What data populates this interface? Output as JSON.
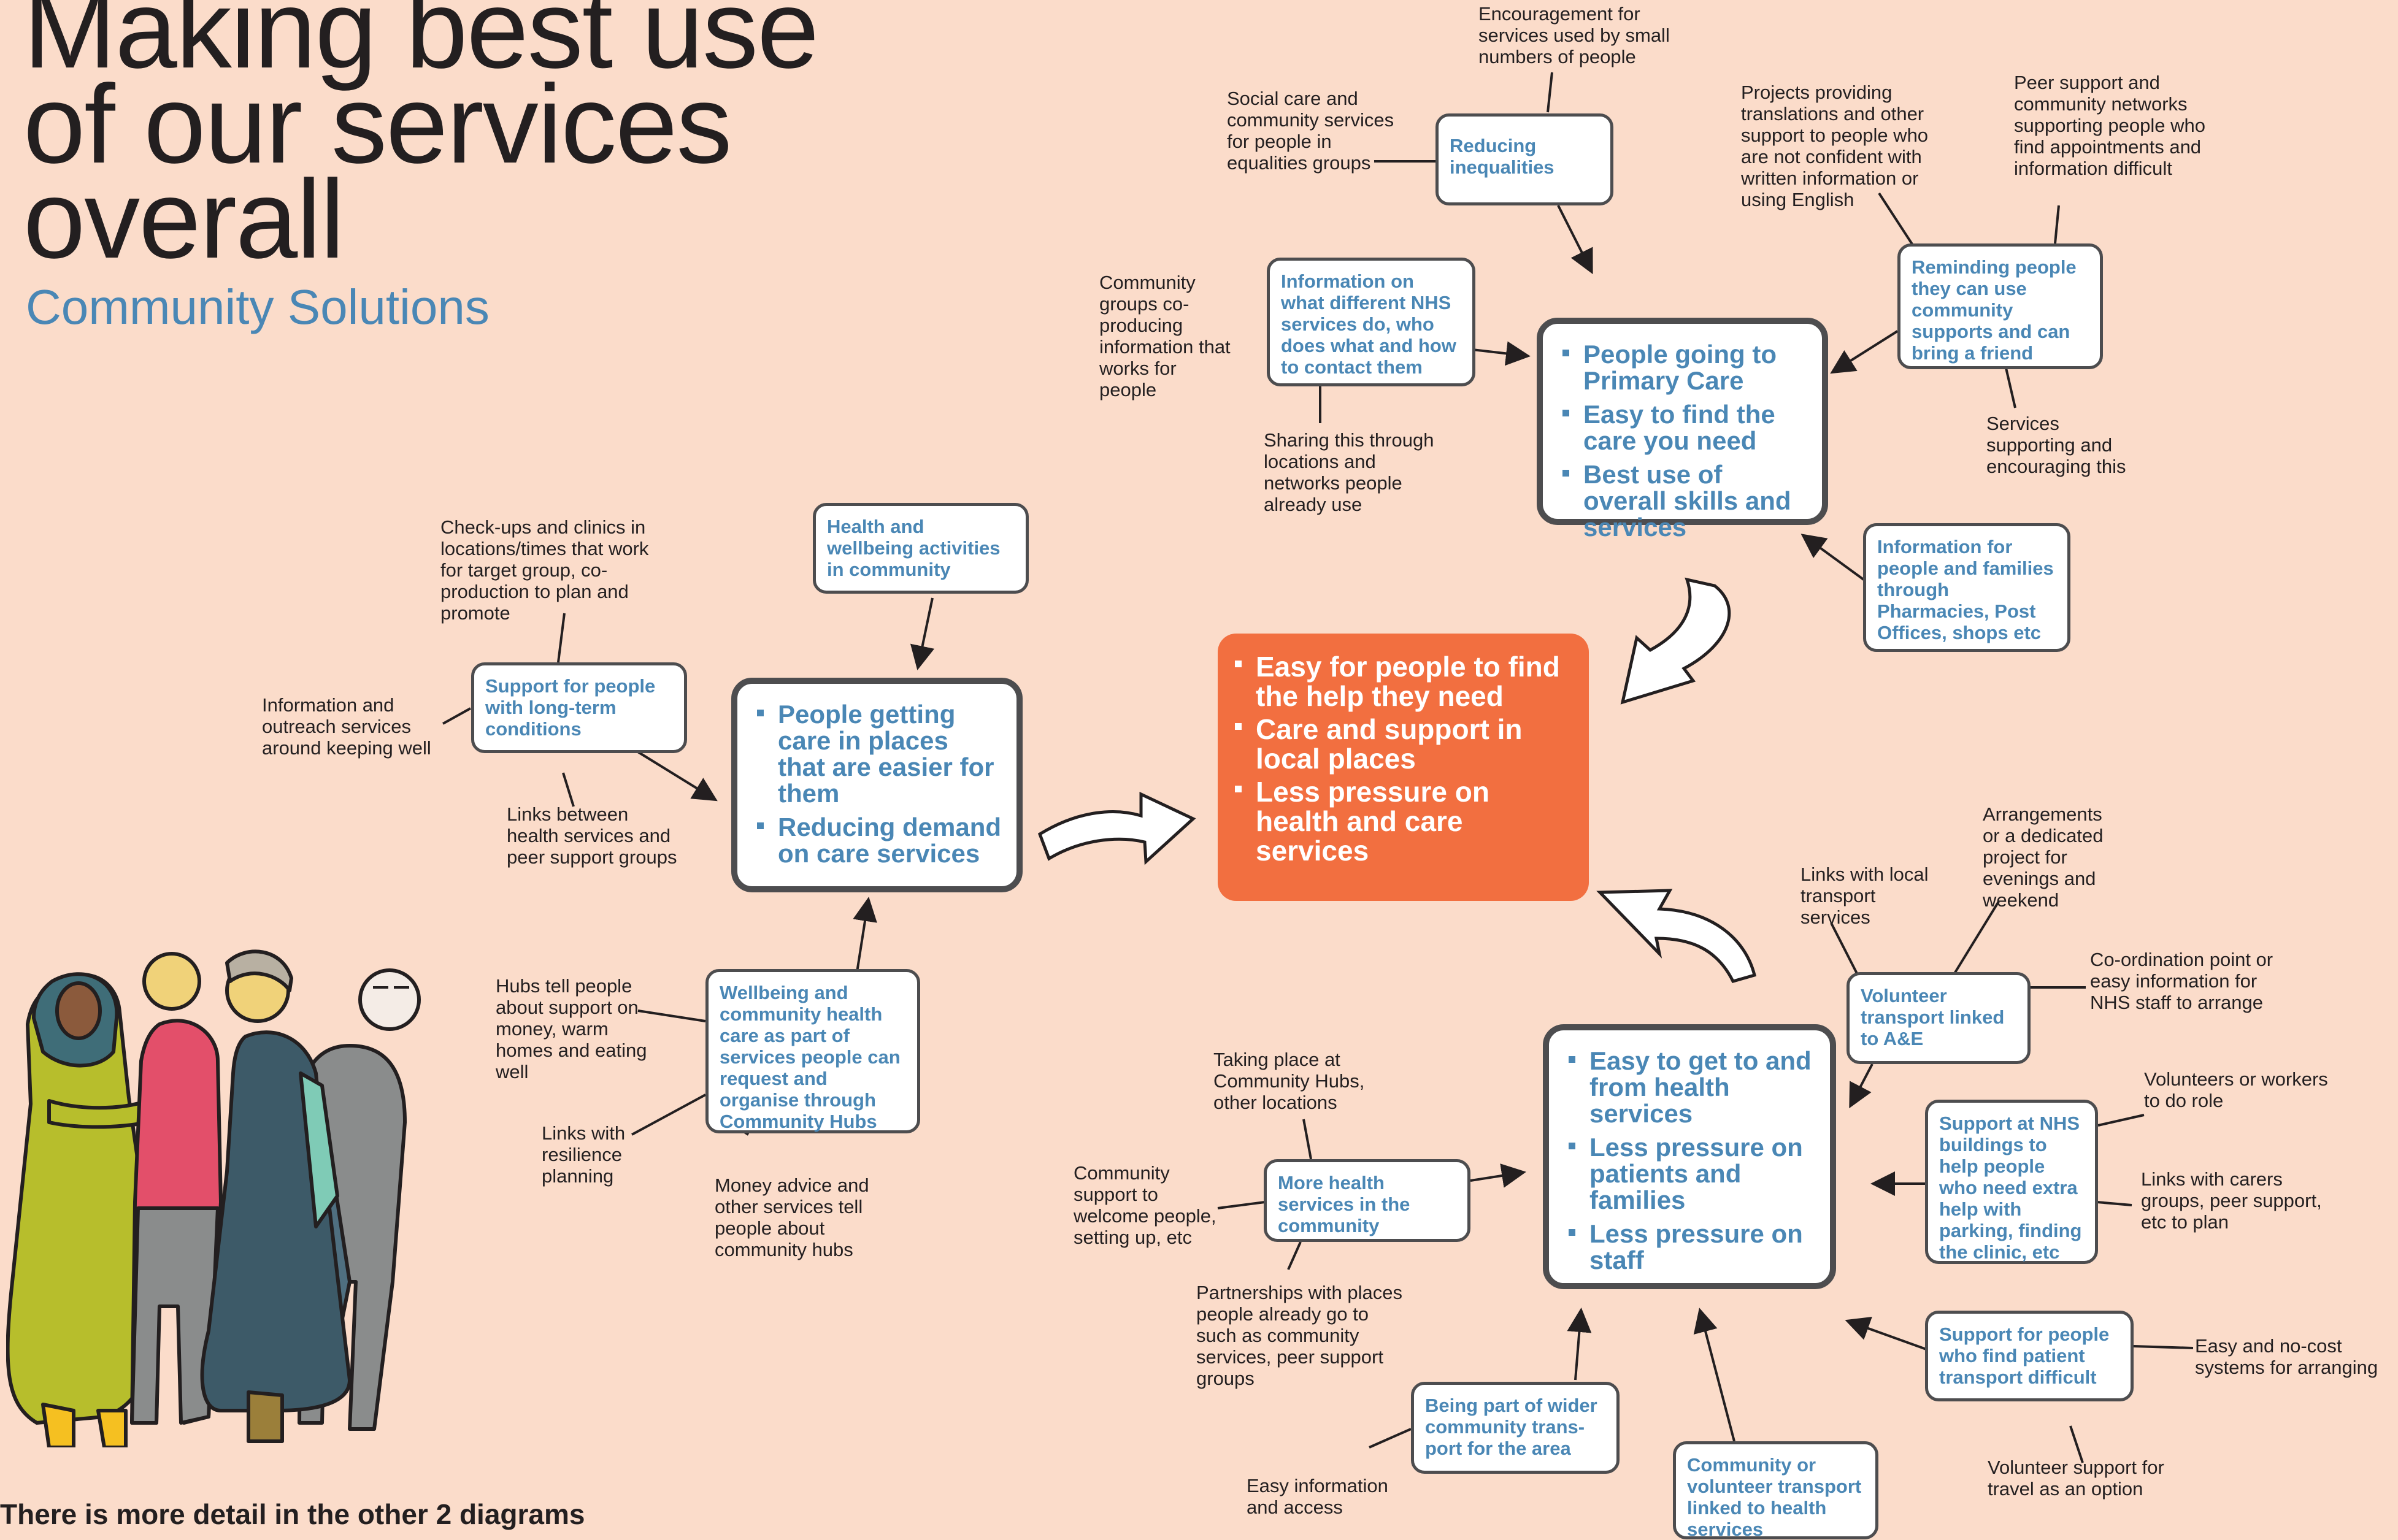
{
  "title": "Making best use of our services overall",
  "subtitle": "Community Solutions",
  "footer": "There is more detail in the other 2 diagrams",
  "center": {
    "items": [
      "Easy for people to find the help they need",
      "Care and support in local places",
      "Less pressure on health and care services"
    ]
  },
  "primary_care": {
    "items": [
      "People going to Primary Care",
      "Easy to find the care you need",
      "Best use of overall skills and services"
    ],
    "boxes": {
      "reducing": "Reducing inequalities",
      "info_nhs": "Information on what different NHS services do, who does what and how to contact them",
      "reminding": "Reminding people they can use community supports and can bring a friend",
      "info_families": "Information for people and families through Pharmacies, Post Offices, shops etc"
    },
    "notes": {
      "encouragement": "Encouragement for services used by small numbers of people",
      "social_care": "Social care and community services for people in equalities groups",
      "projects": "Projects providing translations and other support to people who are not confident with written information or using English",
      "peer": "Peer support and community networks supporting people who find appointments and information difficult",
      "community_groups": "Community groups co-producing information that works for people",
      "sharing": "Sharing this through locations and networks people already use",
      "services_supporting": "Services supporting and encouraging this"
    }
  },
  "local_care": {
    "items": [
      "People getting care in places that are easier for them",
      "Reducing demand on care services"
    ],
    "boxes": {
      "wellbeing_activities": "Health and wellbeing activities in community",
      "long_term": "Support for people with long-term conditions",
      "hubs": "Wellbeing and community health care as part of services people can request and organise through Community Hubs"
    },
    "notes": {
      "checkups": "Check-ups and clinics in locations/times that work for target group, co-production to plan and promote",
      "outreach": "Information and outreach services around keeping well",
      "links_peer": "Links between health services and peer support groups",
      "hubs_tell": "Hubs tell people about support on money, warm homes and eating well",
      "resilience": "Links with resilience planning",
      "money": "Money advice and other services tell people about community hubs"
    }
  },
  "transport": {
    "items": [
      "Easy to get to and from health services",
      "Less pressure on patients and families",
      "Less pressure on staff"
    ],
    "boxes": {
      "volunteer": "Volunteer transport linked to A&E",
      "more_services": "More health services in the community",
      "nhs_buildings": "Support at NHS buildings to help people who need extra help with parking, finding the clinic, etc",
      "patient_transport": "Support for people who find patient transport difficult",
      "wider": "Being part of wider community trans-port for the area",
      "community_transport": "Community or volunteer transport linked to health services"
    },
    "notes": {
      "links_transport": "Links with local transport services",
      "arrangements": "Arrangements or a dedicated project for evenings and weekend",
      "coordination": "Co-ordination point or easy information for NHS staff to arrange",
      "taking_place": "Taking place at Community Hubs, other locations",
      "community_support": "Community support to welcome people, setting up, etc",
      "partnerships": "Partnerships with places people already go to such as community services, peer support groups",
      "volunteers": "Volunteers or workers to do role",
      "carers": "Links with carers groups, peer support, etc to plan",
      "no_cost": "Easy and no-cost systems for arranging",
      "volunteer_support": "Volunteer support for travel as an option",
      "easy_info": "Easy information and access"
    }
  },
  "colors": {
    "background": "#fbdcca",
    "accent_orange": "#f26f40",
    "box_text_blue": "#4a87b5",
    "border_gray": "#4d4d4f"
  }
}
